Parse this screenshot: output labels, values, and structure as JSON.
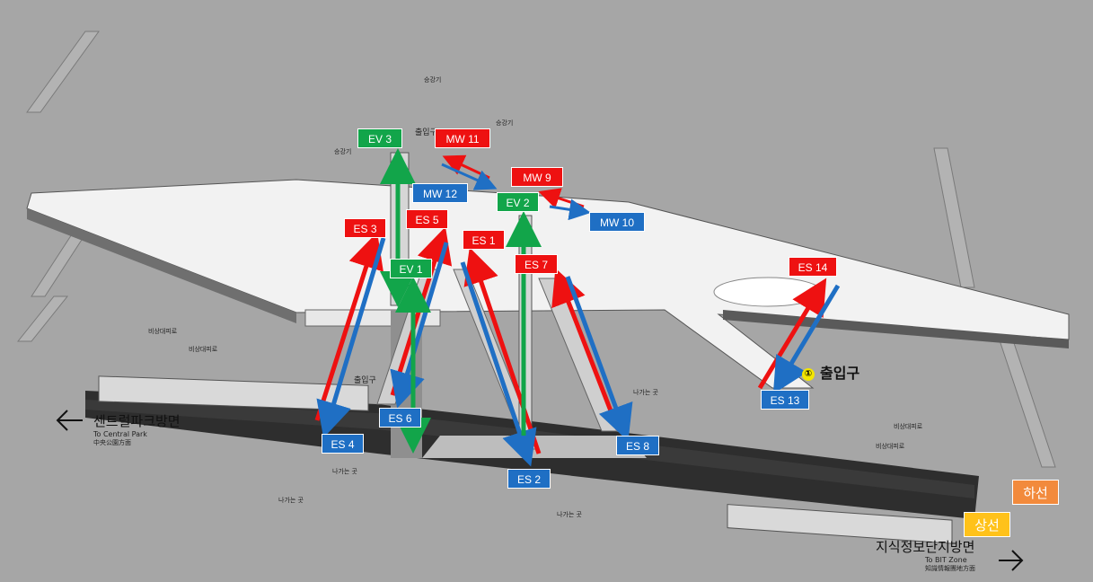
{
  "facilities": {
    "escalators": [
      "ES 1",
      "ES 2",
      "ES 3",
      "ES 4",
      "ES 5",
      "ES 6",
      "ES 7",
      "ES 8",
      "ES 13",
      "ES 14"
    ],
    "elevators": [
      "EV 1",
      "EV 2",
      "EV 3"
    ],
    "moving_walks": [
      "MW 9",
      "MW 10",
      "MW 11",
      "MW 12"
    ]
  },
  "exit": {
    "number": "①",
    "label": "출입구"
  },
  "directions": {
    "west": {
      "ko": "센트럴파크방면",
      "en": "To Central Park",
      "zh": "中央公園方面"
    },
    "east": {
      "ko": "지식정보단지방면",
      "en": "To BIT Zone",
      "zh": "知識情報團地方面"
    }
  },
  "tracks": {
    "down": "하선",
    "up": "상선"
  },
  "small_labels": {
    "emergency_exit": "비상대피로",
    "exit_way": "나가는 곳",
    "elevator": "승강기",
    "ticket_gate": "출입구"
  },
  "colors": {
    "up": "#ee1111",
    "down": "#1f6fc4",
    "elevator": "#12a54a",
    "down_track": "#f28a3c",
    "up_track": "#ffc21a"
  }
}
